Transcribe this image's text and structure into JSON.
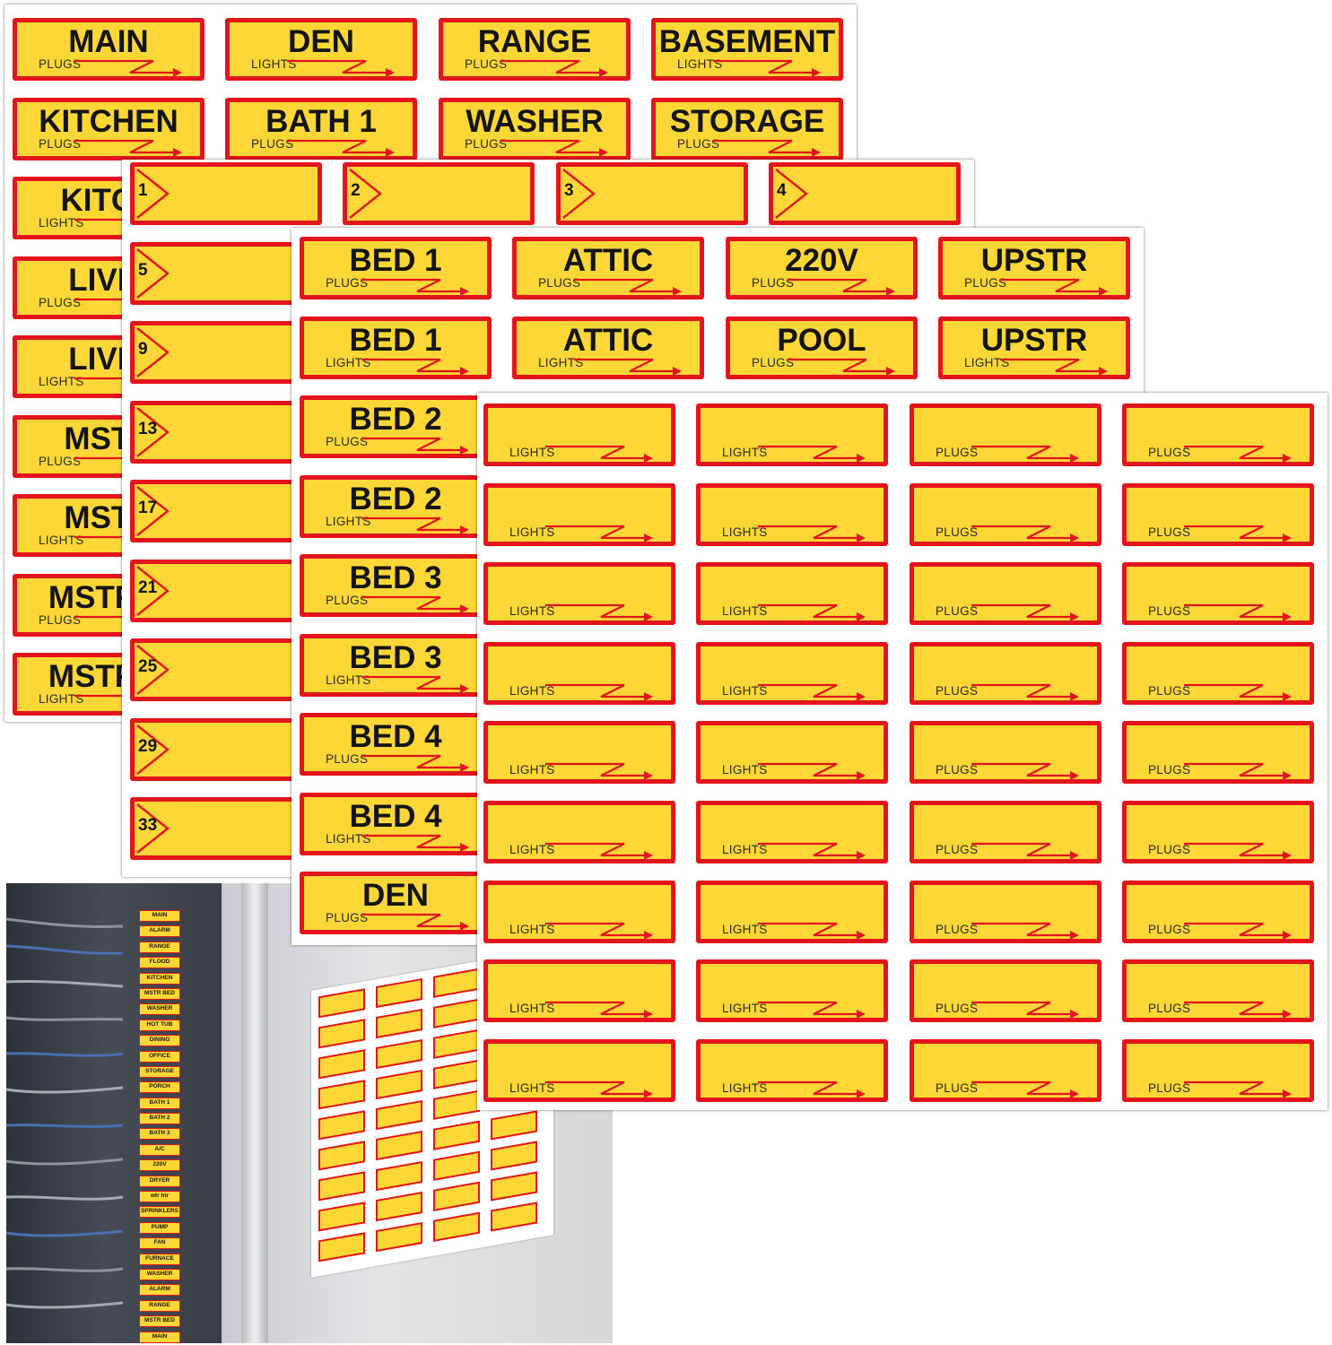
{
  "colors": {
    "label_fill": "#fcd736",
    "label_border": "#e4141c",
    "bolt": "#e4141c",
    "text": "#141414"
  },
  "sheet_named_1": {
    "labels": [
      {
        "name": "MAIN",
        "sub": "PLUGS"
      },
      {
        "name": "DEN",
        "sub": "LIGHTS"
      },
      {
        "name": "RANGE",
        "sub": "PLUGS"
      },
      {
        "name": "BASEMENT",
        "sub": "LIGHTS"
      },
      {
        "name": "KITCHEN",
        "sub": "PLUGS"
      },
      {
        "name": "BATH 1",
        "sub": "PLUGS"
      },
      {
        "name": "WASHER",
        "sub": "PLUGS"
      },
      {
        "name": "STORAGE",
        "sub": "PLUGS"
      },
      {
        "name": "KITCH",
        "sub": "LIGHTS"
      },
      {
        "name": "LIVIN",
        "sub": "PLUGS"
      },
      {
        "name": "LIVIN",
        "sub": "LIGHTS"
      },
      {
        "name": "MSTR",
        "sub": "PLUGS"
      },
      {
        "name": "MSTR",
        "sub": "LIGHTS"
      },
      {
        "name": "MSTR B",
        "sub": "PLUGS"
      },
      {
        "name": "MSTR B",
        "sub": "LIGHTS"
      }
    ]
  },
  "sheet_numbered": {
    "numbers": [
      "1",
      "2",
      "3",
      "4",
      "5",
      "9",
      "13",
      "17",
      "21",
      "25",
      "29",
      "33"
    ]
  },
  "sheet_named_2": {
    "labels": [
      {
        "name": "BED 1",
        "sub": "PLUGS"
      },
      {
        "name": "ATTIC",
        "sub": "PLUGS"
      },
      {
        "name": "220V",
        "sub": "PLUGS"
      },
      {
        "name": "UPSTR",
        "sub": "PLUGS"
      },
      {
        "name": "BED 1",
        "sub": "LIGHTS"
      },
      {
        "name": "ATTIC",
        "sub": "LIGHTS"
      },
      {
        "name": "POOL",
        "sub": "PLUGS"
      },
      {
        "name": "UPSTR",
        "sub": "LIGHTS"
      },
      {
        "name": "BED 2",
        "sub": "PLUGS"
      },
      {
        "name": "BED 2",
        "sub": "LIGHTS"
      },
      {
        "name": "BED 3",
        "sub": "PLUGS"
      },
      {
        "name": "BED 3",
        "sub": "LIGHTS"
      },
      {
        "name": "BED 4",
        "sub": "PLUGS"
      },
      {
        "name": "BED 4",
        "sub": "LIGHTS"
      },
      {
        "name": "DEN",
        "sub": "PLUGS"
      }
    ]
  },
  "sheet_blank": {
    "columns": [
      "LIGHTS",
      "LIGHTS",
      "PLUGS",
      "PLUGS"
    ],
    "rows": 9
  },
  "panel_photo": {
    "labels": [
      "MAIN",
      "ALARM",
      "RANGE",
      "FLOOD",
      "KITCHEN",
      "MSTR BED",
      "WASHER",
      "HOT TUB",
      "DINING",
      "OFFICE",
      "STORAGE",
      "PORCH",
      "BATH 1",
      "BATH 2",
      "BATH 3",
      "A/C",
      "220V",
      "DRYER",
      "wtr htr",
      "SPRINKLERS",
      "PUMP",
      "FAN",
      "FURNACE",
      "WASHER",
      "ALARM",
      "RANGE",
      "MSTR BED",
      "MAIN"
    ]
  }
}
